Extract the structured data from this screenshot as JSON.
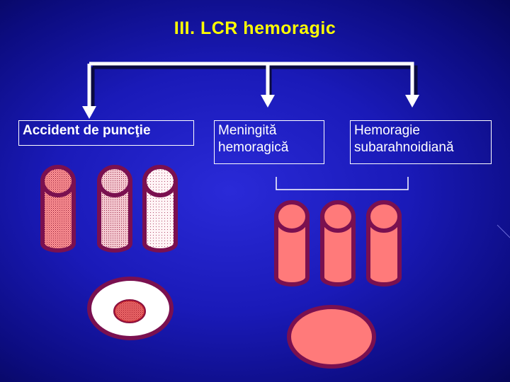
{
  "title": "III. LCR  hemoragic",
  "boxes": {
    "accident": "Accident de puncţie",
    "meningita": "Meningită hemoragică",
    "hemoragie": "Hemoragie subarahnoidiană"
  },
  "colors": {
    "title": "#ffff00",
    "tube_border": "#7a1050",
    "pink": "#ff7a7a",
    "center_dot": "#cc2a2a"
  }
}
